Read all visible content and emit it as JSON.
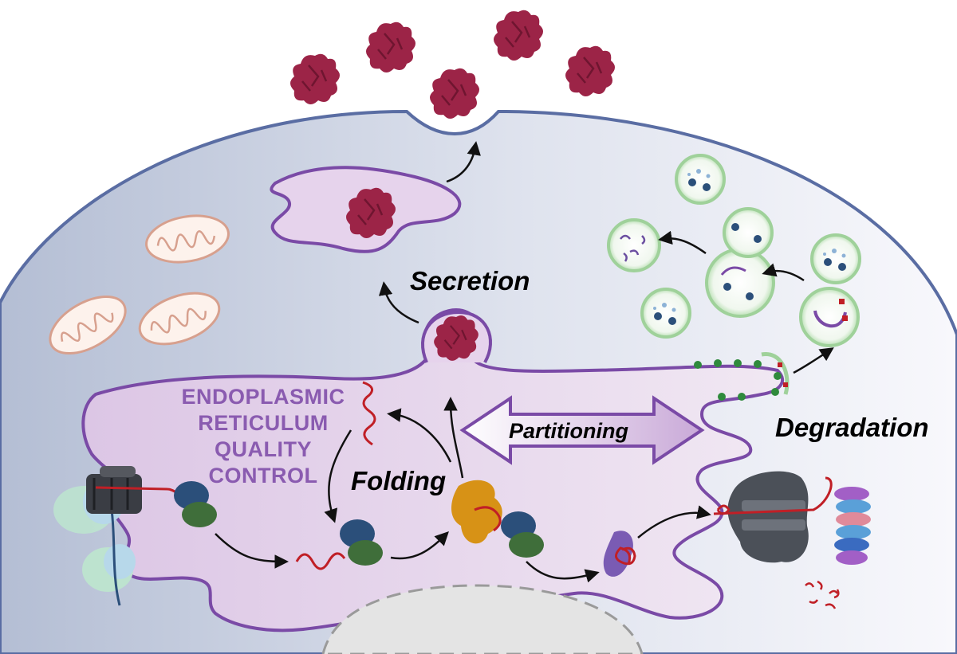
{
  "er_title": [
    "ENDOPLASMIC",
    "RETICULUM",
    "QUALITY",
    "CONTROL"
  ],
  "labels": {
    "secretion": "Secretion",
    "folding": "Folding",
    "partitioning": "Partitioning",
    "degradation": "Degradation"
  },
  "colors": {
    "cytoplasm_dark": "#b7c0d6",
    "cytoplasm_light": "#f4f5fa",
    "membrane": "#5a6da3",
    "er_fill": "#e6d3ec",
    "er_stroke": "#7a4aa6",
    "secreted_protein": "#9c2447",
    "nucleus": "#e4e4e4",
    "vesicle": "#a8d9a8",
    "chaperone_blue": "#2b4f7a",
    "chaperone_green": "#3f6e3a",
    "chaperone_gold": "#d79216",
    "proteasome": "#4b5058",
    "polypeptide": "#c01f26"
  }
}
